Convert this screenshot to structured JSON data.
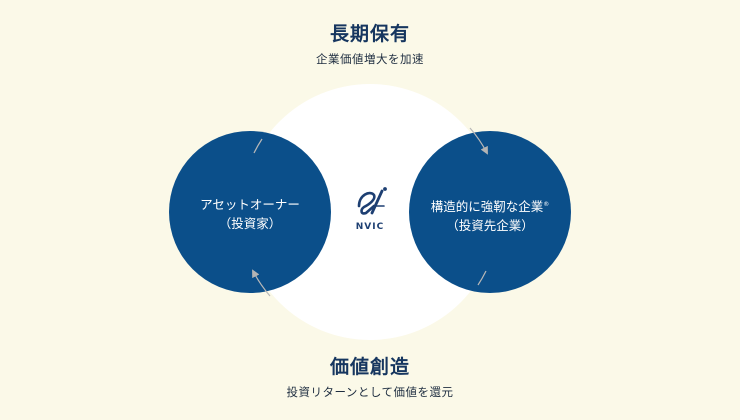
{
  "top": {
    "title": "長期保有",
    "subtitle": "企業価値増大を加速"
  },
  "bottom": {
    "title": "価値創造",
    "subtitle": "投資リターンとして価値を還元"
  },
  "left_circle": {
    "line1": "アセットオーナー",
    "line2": "（投資家）"
  },
  "right_circle": {
    "line1": "構造的に強靭な企業",
    "mark": "®",
    "line2": "（投資先企業）"
  },
  "logo": {
    "icon": "nvic-logo-icon",
    "text": "NVIC"
  },
  "colors": {
    "background": "#fbf9e8",
    "center_circle": "#ffffff",
    "side_circles": "#0b4f8a",
    "title_text": "#16365f",
    "arrow": "#b8b8b8"
  }
}
